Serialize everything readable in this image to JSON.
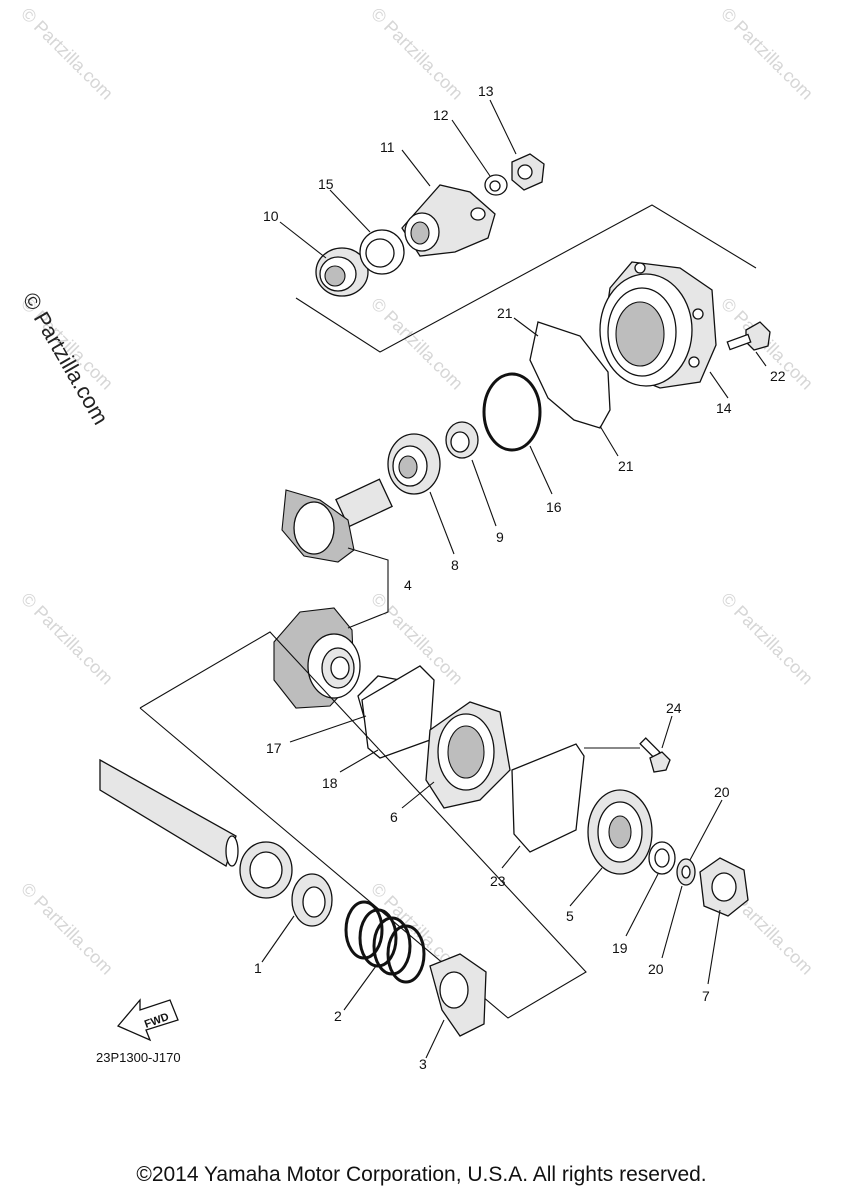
{
  "watermarks": [
    "© Partzilla.com",
    "© Partzilla.com",
    "© Partzilla.com",
    "© Partzilla.com",
    "© Partzilla.com",
    "© Partzilla.com",
    "© Partzilla.com",
    "© Partzilla.com",
    "© Partzilla.com",
    "© Partzilla.com",
    "© Partzilla.com",
    "© Partzilla.com"
  ],
  "side_watermark": "© Partzilla.com",
  "callouts": {
    "p1": "1",
    "p2": "2",
    "p3": "3",
    "p4": "4",
    "p5": "5",
    "p6": "6",
    "p7": "7",
    "p8": "8",
    "p9": "9",
    "p10": "10",
    "p11": "11",
    "p12": "12",
    "p13": "13",
    "p14": "14",
    "p15": "15",
    "p16": "16",
    "p17": "17",
    "p18": "18",
    "p19": "19",
    "p20a": "20",
    "p20b": "20",
    "p21a": "21",
    "p21b": "21",
    "p22": "22",
    "p23": "23",
    "p24": "24"
  },
  "fwd_label": "FWD",
  "diagram_code": "23P1300-J170",
  "copyright": "©2014 Yamaha Motor Corporation, U.S.A. All rights reserved."
}
